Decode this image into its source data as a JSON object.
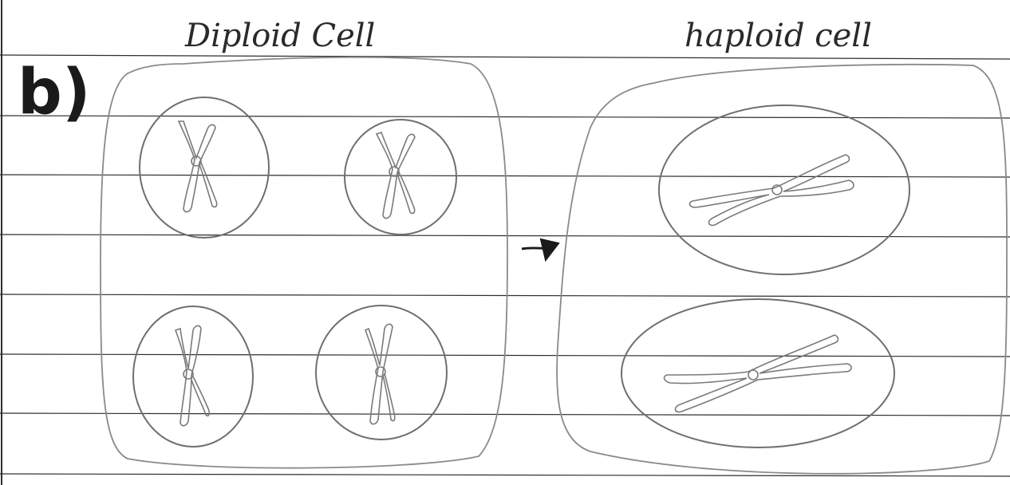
{
  "part_label": "b)",
  "left_title": "Diploid Cell",
  "right_title": "haploid cell",
  "diagram": {
    "diploid_nuclei_count": 4,
    "haploid_nuclei_count": 2,
    "chromosomes_per_nucleus": 1,
    "arrow_direction": "diploid-to-haploid"
  },
  "colors": {
    "paper": "#ffffff",
    "rule_lines": "#2e2e2e",
    "pencil": "#7a7a7a",
    "ink": "#1a1a1a"
  }
}
